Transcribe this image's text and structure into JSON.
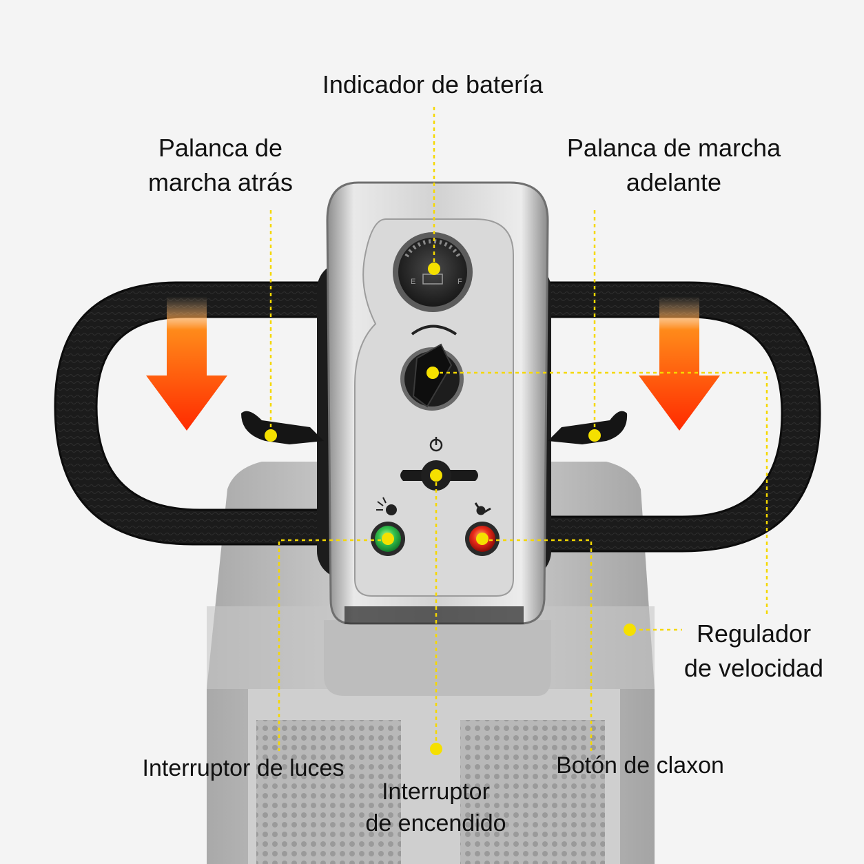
{
  "labels": {
    "battery": "Indicador de batería",
    "reverse_1": "Palanca de",
    "reverse_2": "marcha atrás",
    "forward_1": "Palanca de marcha",
    "forward_2": "adelante",
    "speed_1": "Regulador",
    "speed_2": "de velocidad",
    "lights": "Interruptor de luces",
    "power_1": "Interruptor",
    "power_2": "de encendido",
    "horn": "Botón de claxon"
  },
  "gauge": {
    "empty": "E",
    "full": "F"
  },
  "colors": {
    "leader": "#f5d800",
    "arrow_top": "#ff8a1a",
    "arrow_bottom": "#ff2a00",
    "light_button": "#2fb34a",
    "horn_button": "#e8231b",
    "handlebar": "#1c1c1c",
    "console": "#c9c9c9"
  },
  "icons": [
    "power-icon",
    "light-icon",
    "horn-icon",
    "down-arrow-icon"
  ]
}
